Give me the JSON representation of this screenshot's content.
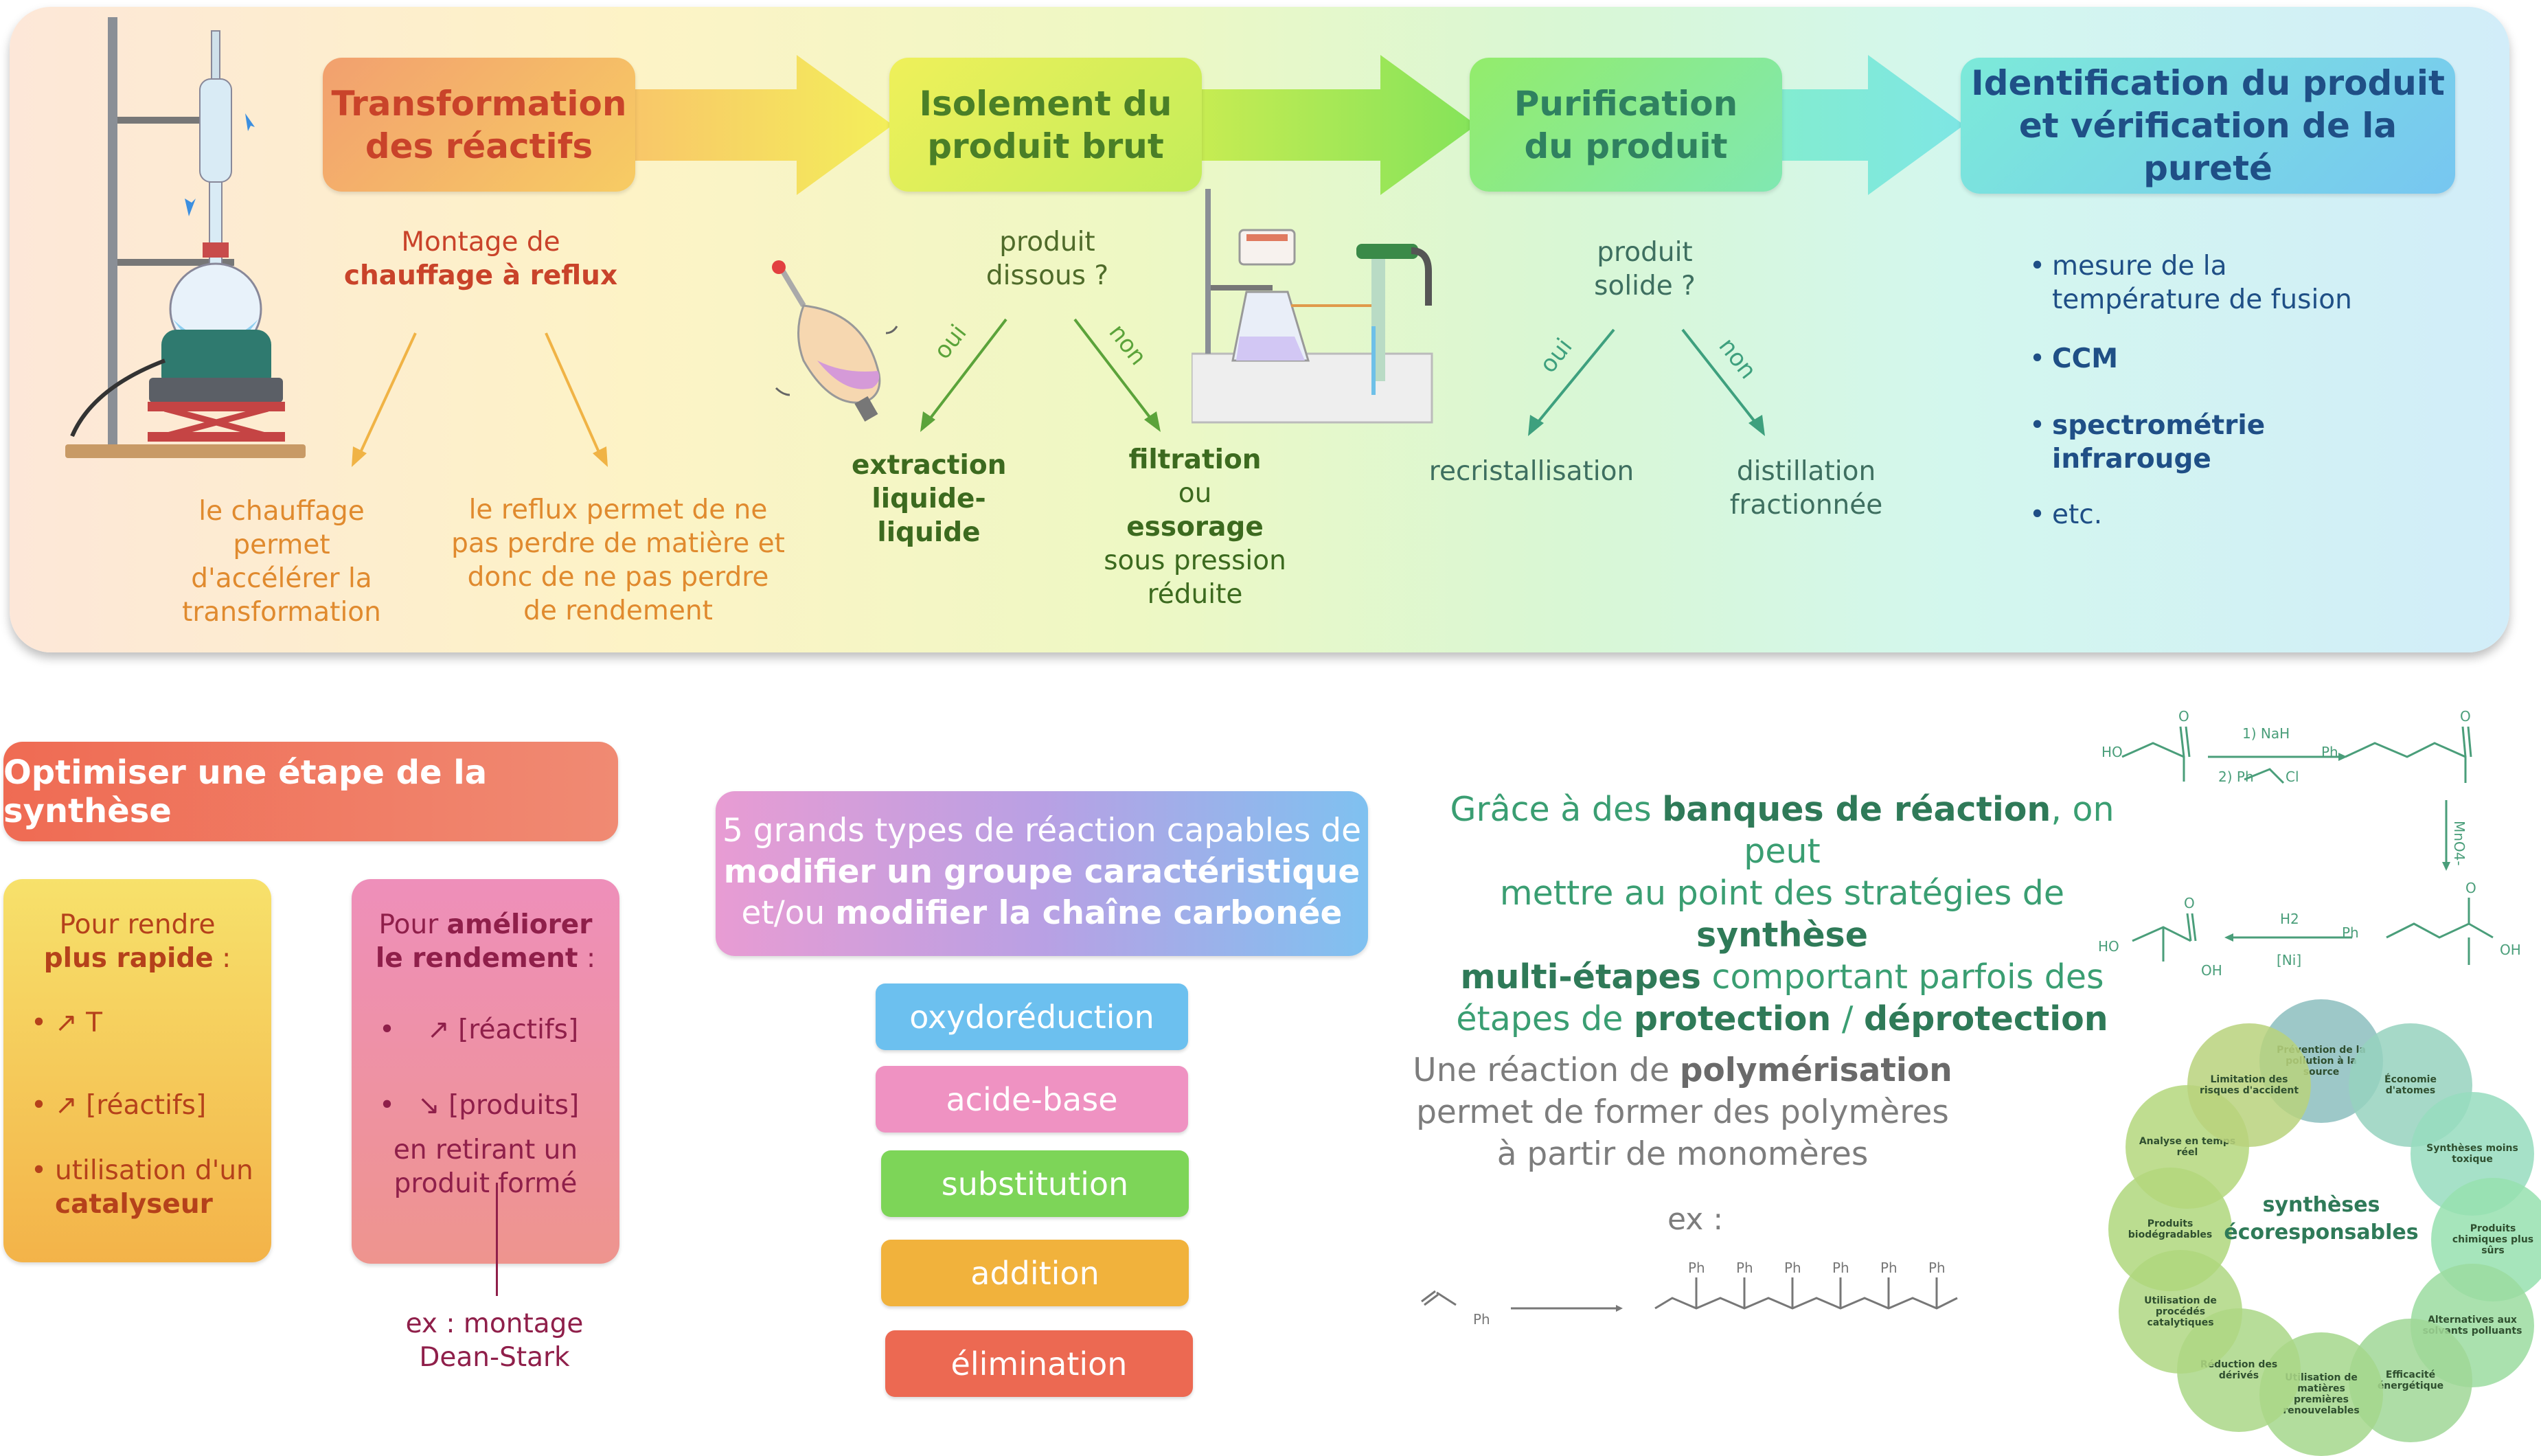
{
  "steps": {
    "s1": "Transformation\ndes réactifs",
    "s2": "Isolement du\nproduit brut",
    "s3": "Purification\ndu produit",
    "s4": "Identification du produit\net vérification de la pureté"
  },
  "transform": {
    "montage_line1": "Montage de",
    "montage_line2": "chauffage à reflux",
    "left_note": "le chauffage\npermet\nd'accélérer la\ntransformation",
    "right_note": "le reflux permet de ne\npas perdre de matière et\ndonc de ne pas perdre\nde rendement"
  },
  "isolement": {
    "question": "produit\ndissous ?",
    "oui": "oui",
    "non": "non",
    "extraction": "extraction\nliquide-\nliquide",
    "filtration": "filtration",
    "ou": "ou",
    "essorage": "essorage",
    "sous_pression": "sous pression\nréduite"
  },
  "purification": {
    "question": "produit\nsolide ?",
    "oui": "oui",
    "non": "non",
    "recristallisation": "recristallisation",
    "distillation": "distillation\nfractionnée"
  },
  "identification": {
    "bullets": [
      "mesure de la\ntempérature de fusion",
      "CCM",
      "spectrométrie\ninfrarouge",
      "etc."
    ]
  },
  "optimiser": {
    "title": "Optimiser une étape de la synthèse",
    "rapide_head_1": "Pour rendre",
    "rapide_head_2": "plus rapide",
    "rapide_colon": " :",
    "rapide_items": [
      "↗ T",
      "↗ [réactifs]"
    ],
    "rapide_item3_a": "utilisation d'un",
    "rapide_item3_b": "catalyseur",
    "rend_head_1": "Pour ",
    "rend_head_2": "améliorer\nle rendement",
    "rend_colon": " :",
    "rend_items": [
      "↗ [réactifs]",
      "↘ [produits]"
    ],
    "rend_sub": "en retirant un\nproduit formé",
    "rend_ex": "ex : montage\nDean-Stark"
  },
  "reactions": {
    "title_a": "5 grands types de réaction capables de",
    "title_b": "modifier un groupe caractéristique",
    "title_c": "et/ou ",
    "title_d": "modifier la chaîne carbonée",
    "types": [
      "oxydoréduction",
      "acide-base",
      "substitution",
      "addition",
      "élimination"
    ],
    "colors": [
      "#6cc0ef",
      "#ef92c2",
      "#7dd558",
      "#f1b23c",
      "#ec6952"
    ]
  },
  "banques": {
    "l1a": "Grâce à des ",
    "l1b": "banques de réaction",
    "l1c": ", on peut",
    "l2a": "mettre au point des stratégies de ",
    "l2b": "synthèse",
    "l3a": "multi-étapes",
    "l3b": " comportant parfois des",
    "l4a": "étapes de ",
    "l4b": "protection",
    "l4c": " / ",
    "l4d": "déprotection"
  },
  "scheme": {
    "ho": "HO",
    "o": "O",
    "oh": "OH",
    "nah": "1) NaH",
    "ph_cl_1": "2) Ph",
    "ph_cl_2": "Cl",
    "ph": "Ph",
    "mno4": "MnO4-",
    "h2": "H2",
    "ni": "[Ni]"
  },
  "polymer": {
    "l1a": "Une réaction de ",
    "l1b": "polymérisation",
    "l2": "permet de former des polymères",
    "l3": "à partir de monomères",
    "ex": "ex :",
    "ph": "Ph"
  },
  "eco": {
    "center": "synthèses\nécoresponsables",
    "items": [
      "Prévention de la pollution à la source",
      "Économie d'atomes",
      "Synthèses moins toxique",
      "Produits chimiques plus sûrs",
      "Alternatives aux solvants polluants",
      "Efficacité énergétique",
      "Utilisation de matières premières renouvelables",
      "Réduction des dérivés",
      "Utilisation de procédés catalytiques",
      "Produits biodégradables",
      "Analyse en temps réel",
      "Limitation des risques d'accident"
    ]
  }
}
